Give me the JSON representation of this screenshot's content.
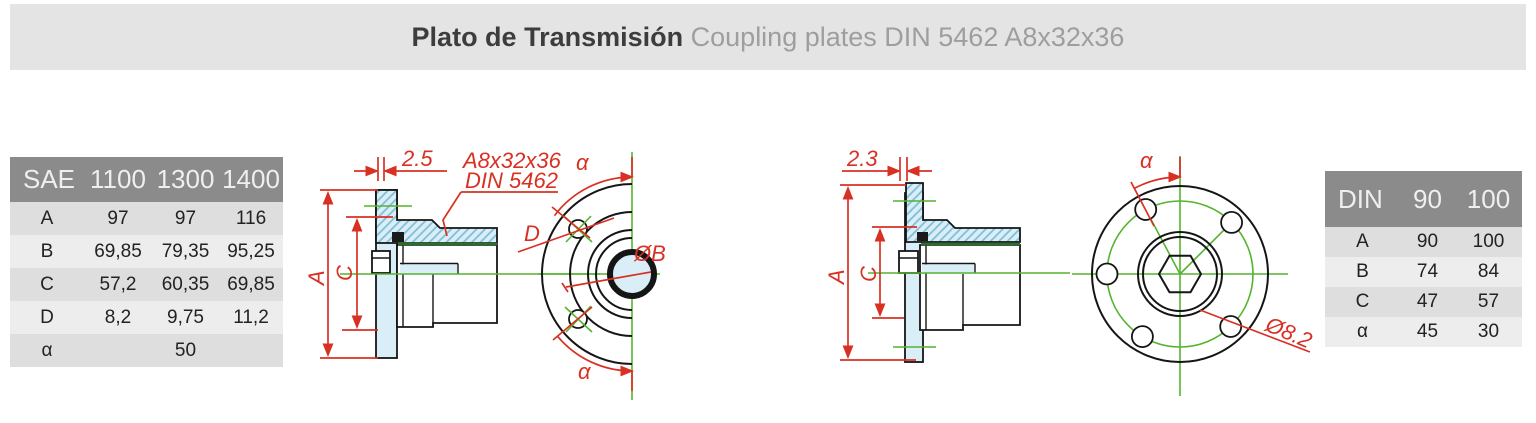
{
  "header": {
    "title_es": "Plato de Transmisión",
    "title_en": "Coupling plates DIN 5462 A8x32x36"
  },
  "sae_table": {
    "columns": [
      "SAE",
      "1100",
      "1300",
      "1400"
    ],
    "rows": [
      {
        "label": "A",
        "v1": "97",
        "v2": "97",
        "v3": "116"
      },
      {
        "label": "B",
        "v1": "69,85",
        "v2": "79,35",
        "v3": "95,25"
      },
      {
        "label": "C",
        "v1": "57,2",
        "v2": "60,35",
        "v3": "69,85"
      },
      {
        "label": "D",
        "v1": "8,2",
        "v2": "9,75",
        "v3": "11,2"
      },
      {
        "label": "α",
        "v1": "",
        "v2": "50",
        "v3": ""
      }
    ]
  },
  "din_table": {
    "columns": [
      "DIN",
      "90",
      "100"
    ],
    "rows": [
      {
        "label": "A",
        "v1": "90",
        "v2": "100"
      },
      {
        "label": "B",
        "v1": "74",
        "v2": "84"
      },
      {
        "label": "C",
        "v1": "47",
        "v2": "57"
      },
      {
        "label": "α",
        "v1": "45",
        "v2": "30"
      }
    ]
  },
  "drawing1": {
    "thickness": "2.5",
    "spline_spec": "A8x32x36",
    "spline_std": "DIN 5462",
    "dim_a": "A",
    "dim_c": "C",
    "alpha_top": "α",
    "alpha_bottom": "α",
    "hole_label": "D",
    "bore_label": "ØB"
  },
  "drawing2": {
    "thickness": "2.3",
    "dim_a": "A",
    "dim_c": "C",
    "alpha": "α",
    "hole_dia": "Ø8.2"
  },
  "colors": {
    "accent_red": "#d83023",
    "centerline_green": "#55b42e",
    "section_green": "#2e6b2e",
    "hatch_fill": "#d9eef7",
    "table_header_bg": "#8b8b8b",
    "titlebar_bg": "#e4e4e4"
  }
}
